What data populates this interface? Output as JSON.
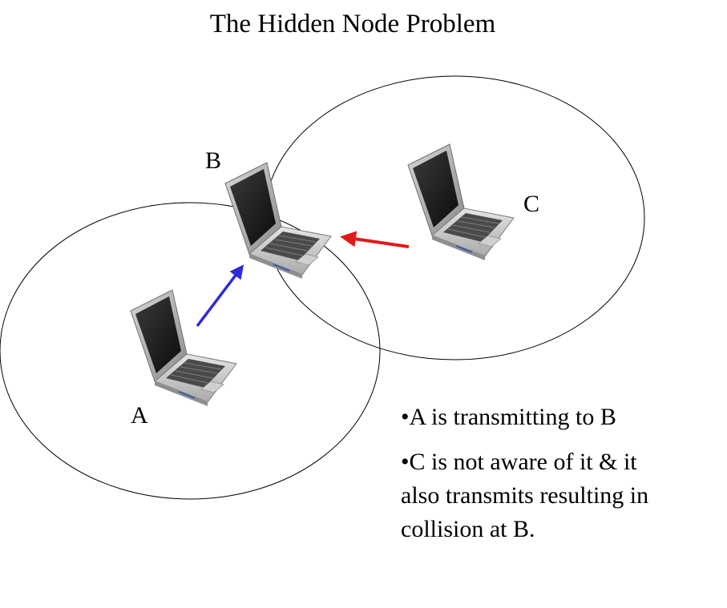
{
  "title": "The Hidden Node Problem",
  "nodes": [
    {
      "id": "A",
      "label": "A"
    },
    {
      "id": "B",
      "label": "B"
    },
    {
      "id": "C",
      "label": "C"
    }
  ],
  "bullets": [
    {
      "lines": [
        "•A is transmitting to B"
      ]
    },
    {
      "lines": [
        "•C is not aware of it & it",
        "also transmits resulting in",
        "collision at B."
      ]
    }
  ],
  "colors": {
    "arrow_a_to_b": "#2b2bd9",
    "arrow_c_to_b": "#e01a1a",
    "range_circle": "#000000"
  },
  "icons": {
    "node_icon": "laptop-icon"
  }
}
